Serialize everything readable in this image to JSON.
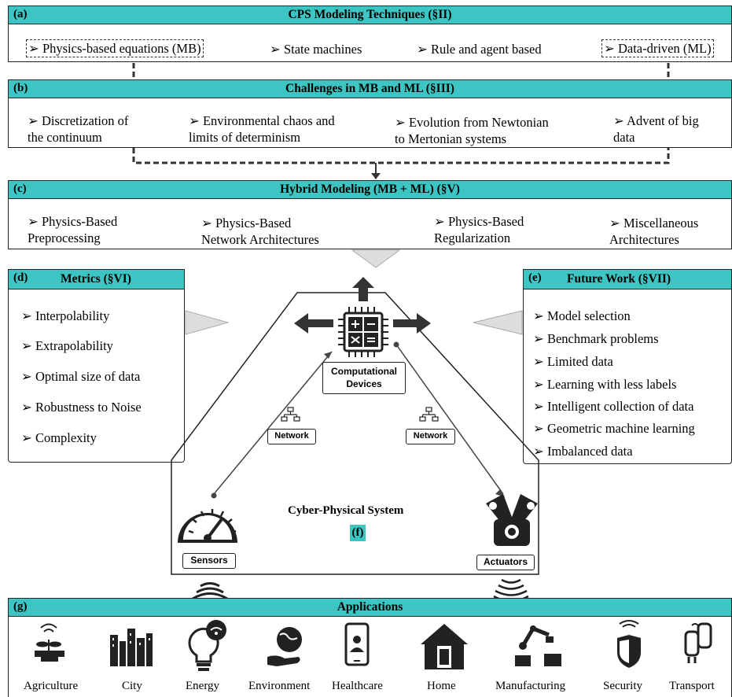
{
  "sections": {
    "a": {
      "tag": "(a)",
      "title": "CPS Modeling Techniques (§II)",
      "items": [
        "➢ Physics-based equations (MB)",
        "➢ State machines",
        "➢ Rule and agent based",
        "➢ Data-driven (ML)"
      ]
    },
    "b": {
      "tag": "(b)",
      "title": "Challenges in MB and ML (§III)",
      "items": [
        "➢ Discretization of\n  the continuum",
        "➢ Environmental chaos and\n  limits of determinism",
        "➢ Evolution from Newtonian\n  to Mertonian systems",
        "➢ Advent of big\n  data"
      ]
    },
    "c": {
      "tag": "(c)",
      "title": "Hybrid Modeling (MB + ML) (§V)",
      "items": [
        "➢ Physics-Based\n  Preprocessing",
        "➢ Physics-Based\n  Network Architectures",
        "➢ Physics-Based\n  Regularization",
        "➢ Miscellaneous\n  Architectures"
      ]
    },
    "d": {
      "tag": "(d)",
      "title": "Metrics (§VI)",
      "items": [
        "➢ Interpolability",
        "➢ Extrapolability",
        "➢ Optimal size of data",
        "➢ Robustness to Noise",
        "➢ Complexity"
      ]
    },
    "e": {
      "tag": "(e)",
      "title": "Future Work (§VII)",
      "items": [
        "➢ Model selection",
        "➢ Benchmark problems",
        "➢ Limited data",
        "➢ Learning with less labels",
        "➢ Intelligent collection of data",
        "➢ Geometric machine learning",
        "➢ Imbalanced data"
      ]
    },
    "f": {
      "title": "Cyber-Physical System",
      "tag": "(f)",
      "computational": "Computational\nDevices",
      "network_left": "Network",
      "network_right": "Network",
      "sensors": "Sensors",
      "actuators": "Actuators"
    },
    "g": {
      "tag": "(g)",
      "title": "Applications",
      "items": [
        "Agriculture",
        "City",
        "Energy",
        "Environment",
        "Healthcare",
        "Home",
        "Manufacturing",
        "Security",
        "Transport"
      ],
      "icons": [
        "plant-icon",
        "city-icon",
        "lightbulb-icon",
        "globe-hand-icon",
        "smartphone-doctor-icon",
        "home-icon",
        "robot-arm-icon",
        "shield-wifi-icon",
        "cars-icon"
      ]
    }
  },
  "colors": {
    "header": "#3cc5c2",
    "dark": "#2a2a2a"
  }
}
